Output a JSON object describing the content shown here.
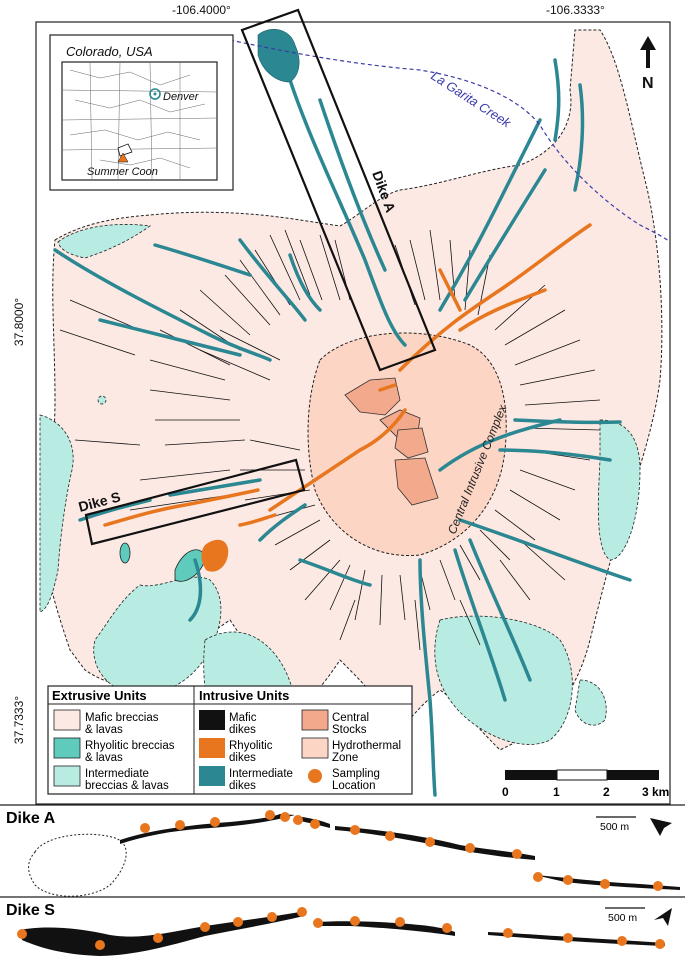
{
  "coords": {
    "lon_left": "-106.4000°",
    "lon_right": "-106.3333°",
    "lat_upper": "37.8000°",
    "lat_lower": "37.7333°"
  },
  "inset": {
    "title": "Colorado, USA",
    "city": "Denver",
    "site": "Summer Coon"
  },
  "north_label": "N",
  "creek_label": "La Garita Creek",
  "complex_label": "Central Intrusive Complex",
  "box_labels": {
    "dike_a": "Dike A",
    "dike_s": "Dike S"
  },
  "legend": {
    "extrusive_title": "Extrusive Units",
    "intrusive_title": "Intrusive Units",
    "mafic_breccias_1": "Mafic breccias",
    "mafic_breccias_2": "& lavas",
    "rhyolitic_breccias_1": "Rhyolitic breccias",
    "rhyolitic_breccias_2": "& lavas",
    "intermediate_breccias_1": "Intermediate",
    "intermediate_breccias_2": "breccias & lavas",
    "mafic_dikes_1": "Mafic",
    "mafic_dikes_2": "dikes",
    "rhyolitic_dikes_1": "Rhyolitic",
    "rhyolitic_dikes_2": "dikes",
    "intermediate_dikes_1": "Intermediate",
    "intermediate_dikes_2": "dikes",
    "central_stocks_1": "Central",
    "central_stocks_2": "Stocks",
    "hydrothermal_1": "Hydrothermal",
    "hydrothermal_2": "Zone",
    "sampling_1": "Sampling",
    "sampling_2": "Location"
  },
  "scale_bar": {
    "t0": "0",
    "t1": "1",
    "t2": "2",
    "t3": "3 km"
  },
  "panel_a": {
    "title": "Dike A",
    "scale": "500 m"
  },
  "panel_s": {
    "title": "Dike S",
    "scale": "500 m"
  },
  "colors": {
    "mafic_breccias": "#fce9e4",
    "rhyolitic_breccias": "#5ecbbd",
    "intermediate_breccias": "#b8ebe1",
    "intermediate_dikes": "#2b8791",
    "rhyolitic_dikes": "#e8761f",
    "central_stocks": "#f3a98c",
    "hydrothermal": "#fcd5c4",
    "sampling": "#e8761f",
    "creek": "#3b3ba8"
  }
}
